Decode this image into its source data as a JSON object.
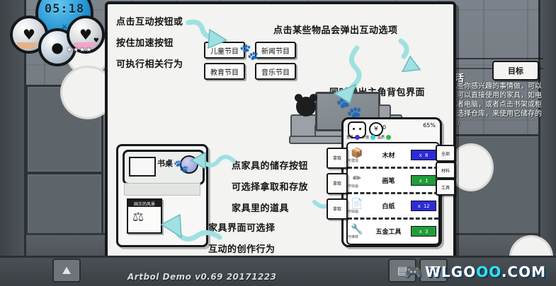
{
  "hud": {
    "clock": "05:18",
    "clock_pin_icon": "pin-icon",
    "orbs": [
      {
        "name": "mood-orb",
        "glyph": "♥"
      },
      {
        "name": "character-orb",
        "glyph": "●"
      },
      {
        "name": "social-orb",
        "glyph": "♥"
      }
    ],
    "stars": "★★★★"
  },
  "right_panel": {
    "goal_button": "目标",
    "title": "生活",
    "body": "寻找些你感兴趣的事情做，可以选择可以直接使用的家具，如电视或者电脑，或者点击书架或柜子，选择仓库，来使用它储存的物品）"
  },
  "overlay": {
    "notes": [
      {
        "name": "note-interact-1",
        "text": "点击互动按钮或"
      },
      {
        "name": "note-interact-2",
        "text": "按住加速按钮"
      },
      {
        "name": "note-interact-3",
        "text": "可执行相关行为"
      },
      {
        "name": "note-popup",
        "text": "点击某些物品会弹出互动选项"
      },
      {
        "name": "note-backpack",
        "text": "同时弹出主角背包界面"
      },
      {
        "name": "note-storage-1",
        "text": "点家具的储存按钮"
      },
      {
        "name": "note-storage-2",
        "text": "可选择拿取和存放"
      },
      {
        "name": "note-storage-3",
        "text": "家具里的道具"
      },
      {
        "name": "note-create-1",
        "text": "家具界面可选择"
      },
      {
        "name": "note-create-2",
        "text": "互动的创作行为"
      }
    ],
    "channel_buttons": [
      {
        "name": "channel-button-kids",
        "label": "儿童节目"
      },
      {
        "name": "channel-button-news",
        "label": "新闻节目"
      },
      {
        "name": "channel-button-education",
        "label": "教育节目"
      },
      {
        "name": "channel-button-music",
        "label": "音乐节目"
      }
    ],
    "paw_icon": "paw-icon"
  },
  "furniture_window": {
    "title": "书桌",
    "card_label": "国王的风景",
    "card_icon": "easel-icon",
    "storage_icon": "storage-icon"
  },
  "inventory": {
    "coin_glyph": "¥",
    "coin_value": "0",
    "weight": "65%",
    "stats": [
      {
        "name": "stat-weight",
        "label": "重量",
        "color": "#3b38d6"
      },
      {
        "name": "stat-value",
        "label": "价值",
        "color": "#35d2e0"
      },
      {
        "name": "stat-quality",
        "label": "品质",
        "color": "#2fbf4a"
      }
    ],
    "items": [
      {
        "name": "item-wood",
        "icon": "log-icon",
        "sub": "可建造",
        "label": "木材",
        "qty": "x 8",
        "qty_color": "#2d2bd8"
      },
      {
        "name": "item-brush",
        "icon": "brush-icon",
        "sub": "可绘画",
        "label": "画笔",
        "qty": "x 1",
        "qty_color": "#1f9d3c"
      },
      {
        "name": "item-paper",
        "icon": "paper-icon",
        "sub": "可绘画",
        "label": "白纸",
        "qty": "x 12",
        "qty_color": "#2d2bd8"
      },
      {
        "name": "item-hardware",
        "icon": "wrench-icon",
        "sub": "可维修",
        "label": "五金工具",
        "qty": "x 3",
        "qty_color": "#1f9d3c"
      }
    ],
    "side_tabs": [
      {
        "name": "inv-tab-all",
        "label": "全部"
      },
      {
        "name": "inv-tab-material",
        "label": "材料"
      },
      {
        "name": "inv-tab-tool",
        "label": "工具"
      }
    ],
    "left_tabs": [
      {
        "name": "inv-action-take-1",
        "label": "拿取"
      },
      {
        "name": "inv-action-take-2",
        "label": "拿取"
      },
      {
        "name": "inv-action-take-3",
        "label": "拿取"
      }
    ]
  },
  "bottom": {
    "version": "Artbol Demo v0.69 20171223",
    "site_prefix": "WLGO",
    "site_mid": "OO",
    "site_suffix": ".COM",
    "gamepad_icon": "gamepad-icon",
    "buttons": [
      {
        "name": "bottom-button-map",
        "glyph": "⛰"
      },
      {
        "name": "bottom-button-bag",
        "glyph": "▤"
      },
      {
        "name": "bottom-button-menu",
        "glyph": "☰"
      }
    ]
  },
  "colors": {
    "accent_cyan": "#9fe0e2",
    "ink": "#15181b",
    "panel": "#f3f3f1"
  }
}
